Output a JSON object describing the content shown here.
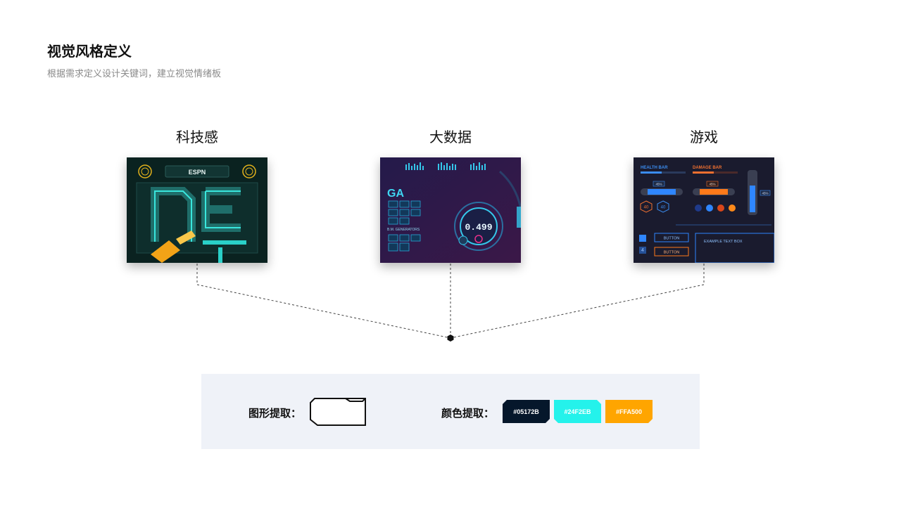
{
  "header": {
    "title": "视觉风格定义",
    "subtitle": "根据需求定义设计关键词，建立视觉情绪板"
  },
  "moodboards": [
    {
      "title": "科技感",
      "image_caption": "ESPN"
    },
    {
      "title": "大数据",
      "image_caption": "GA",
      "gauge_value": "0.499",
      "sub_caption": "B.M. GENERATORS"
    },
    {
      "title": "游戏",
      "labels": [
        "HEALTH BAR",
        "DAMAGE BAR",
        "BUTTON",
        "BUTTON",
        "EXAMPLE TEXT BOX",
        "45%",
        "45%",
        "45%",
        "40",
        "40",
        "4"
      ]
    }
  ],
  "extraction": {
    "shape_label": "图形提取：",
    "color_label": "颜色提取：",
    "colors": [
      {
        "hex": "#05172B",
        "label": "#05172B"
      },
      {
        "hex": "#24F2EB",
        "label": "#24F2EB"
      },
      {
        "hex": "#FFA500",
        "label": "#FFA500"
      }
    ]
  }
}
